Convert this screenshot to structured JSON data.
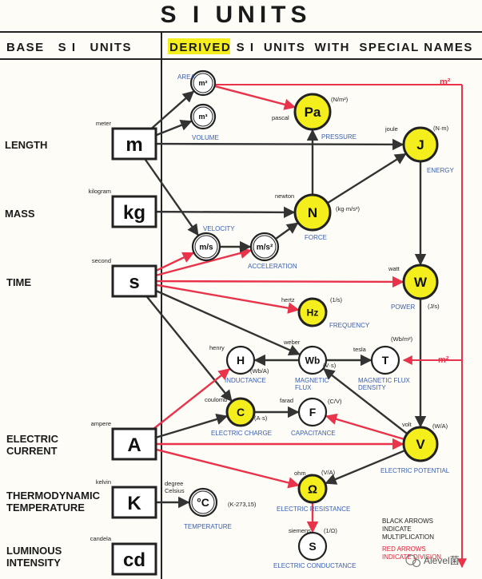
{
  "title": "S I  UNITS",
  "header": {
    "base_label": "BASE   S I   UNITS",
    "derived_highlight": "DERIVED",
    "derived_rest": " S I  UNITS  WITH  SPECIAL NAMES"
  },
  "colors": {
    "black_arrow": "#333333",
    "red_arrow": "#e8334a",
    "yellow_fill": "#f4ef1c",
    "label_blue": "#3a5fb0"
  },
  "base_units": [
    {
      "id": "m",
      "symbol": "m",
      "quantity": "LENGTH",
      "unit_name": "meter"
    },
    {
      "id": "kg",
      "symbol": "kg",
      "quantity": "MASS",
      "unit_name": "kilogram"
    },
    {
      "id": "s",
      "symbol": "s",
      "quantity": "TIME",
      "unit_name": "second"
    },
    {
      "id": "A",
      "symbol": "A",
      "quantity": "ELECTRIC CURRENT",
      "unit_name": "ampere"
    },
    {
      "id": "K",
      "symbol": "K",
      "quantity": "THERMODYNAMIC TEMPERATURE",
      "unit_name": "kelvin"
    },
    {
      "id": "cd",
      "symbol": "cd",
      "quantity": "LUMINOUS INTENSITY",
      "unit_name": "candela"
    }
  ],
  "derived_units": [
    {
      "id": "m2",
      "symbol": "m²",
      "label": "AREA",
      "unit_name": "",
      "expr": "",
      "special": false
    },
    {
      "id": "m3",
      "symbol": "m³",
      "label": "VOLUME",
      "unit_name": "",
      "expr": "",
      "special": false
    },
    {
      "id": "Pa",
      "symbol": "Pa",
      "label": "PRESSURE",
      "unit_name": "pascal",
      "expr": "(N/m²)",
      "special": true
    },
    {
      "id": "J",
      "symbol": "J",
      "label": "ENERGY",
      "unit_name": "joule",
      "expr": "(N·m)",
      "special": true
    },
    {
      "id": "N",
      "symbol": "N",
      "label": "FORCE",
      "unit_name": "newton",
      "expr": "(kg·m/s²)",
      "special": true
    },
    {
      "id": "vel",
      "symbol": "m/s",
      "label": "VELOCITY",
      "unit_name": "",
      "expr": "",
      "special": false
    },
    {
      "id": "acc",
      "symbol": "m/s²",
      "label": "ACCELERATION",
      "unit_name": "",
      "expr": "",
      "special": false
    },
    {
      "id": "W",
      "symbol": "W",
      "label": "POWER",
      "unit_name": "watt",
      "expr": "(J/s)",
      "special": true
    },
    {
      "id": "Hz",
      "symbol": "Hz",
      "label": "FREQUENCY",
      "unit_name": "hertz",
      "expr": "(1/s)",
      "special": true
    },
    {
      "id": "H",
      "symbol": "H",
      "label": "INDUCTANCE",
      "unit_name": "henry",
      "expr": "(Wb/A)",
      "special": false
    },
    {
      "id": "Wb",
      "symbol": "Wb",
      "label": "MAGNETIC FLUX",
      "unit_name": "weber",
      "expr": "(V·s)",
      "special": false
    },
    {
      "id": "T",
      "symbol": "T",
      "label": "MAGNETIC FLUX DENSITY",
      "unit_name": "tesla",
      "expr": "(Wb/m²)",
      "special": false
    },
    {
      "id": "C",
      "symbol": "C",
      "label": "ELECTRIC CHARGE",
      "unit_name": "coulomb",
      "expr": "(A·s)",
      "special": true
    },
    {
      "id": "F",
      "symbol": "F",
      "label": "CAPACITANCE",
      "unit_name": "farad",
      "expr": "(C/V)",
      "special": false
    },
    {
      "id": "V",
      "symbol": "V",
      "label": "ELECTRIC POTENTIAL",
      "unit_name": "volt",
      "expr": "(W/A)",
      "special": true
    },
    {
      "id": "degC",
      "symbol": "°C",
      "label": "TEMPERATURE",
      "unit_name": "degree Celsius",
      "expr": "(K-273,15)",
      "special": false
    },
    {
      "id": "ohm",
      "symbol": "Ω",
      "label": "ELECTRIC RESISTANCE",
      "unit_name": "ohm",
      "expr": "(V/A)",
      "special": true
    },
    {
      "id": "S",
      "symbol": "S",
      "label": "ELECTRIC CONDUCTANCE",
      "unit_name": "siemens",
      "expr": "(1/Ω)",
      "special": false
    }
  ],
  "side_labels": {
    "m2_top": "m²",
    "m2_mid": "m²"
  },
  "legend": {
    "black_1": "BLACK ARROWS",
    "black_2": "INDICATE",
    "black_3": "MULTIPLICATION",
    "red_1": "RED ARROWS",
    "red_2": "INDICATE DIVISION"
  },
  "watermark": "Alevel菌",
  "connections": [
    {
      "from": "m",
      "to": "m2",
      "color": "black"
    },
    {
      "from": "m",
      "to": "m3",
      "color": "black"
    },
    {
      "from": "m",
      "to": "J",
      "color": "black"
    },
    {
      "from": "m",
      "to": "vel",
      "color": "black"
    },
    {
      "from": "kg",
      "to": "N",
      "color": "black"
    },
    {
      "from": "s",
      "to": "vel",
      "color": "red"
    },
    {
      "from": "s",
      "to": "acc",
      "color": "red"
    },
    {
      "from": "s",
      "to": "W",
      "color": "red"
    },
    {
      "from": "s",
      "to": "Hz",
      "color": "red"
    },
    {
      "from": "s",
      "to": "Wb",
      "color": "black"
    },
    {
      "from": "s",
      "to": "C",
      "color": "black"
    },
    {
      "from": "vel",
      "to": "acc",
      "color": "black"
    },
    {
      "from": "acc",
      "to": "N",
      "color": "black"
    },
    {
      "from": "m2",
      "to": "Pa",
      "color": "red"
    },
    {
      "from": "N",
      "to": "Pa",
      "color": "black"
    },
    {
      "from": "N",
      "to": "J",
      "color": "black"
    },
    {
      "from": "J",
      "to": "W",
      "color": "black"
    },
    {
      "from": "W",
      "to": "V",
      "color": "black"
    },
    {
      "from": "Wb",
      "to": "H",
      "color": "black"
    },
    {
      "from": "Wb",
      "to": "T",
      "color": "black"
    },
    {
      "from": "V",
      "to": "Wb",
      "color": "black"
    },
    {
      "from": "A",
      "to": "H",
      "color": "red"
    },
    {
      "from": "A",
      "to": "C",
      "color": "black"
    },
    {
      "from": "A",
      "to": "V",
      "color": "red"
    },
    {
      "from": "A",
      "to": "ohm",
      "color": "red"
    },
    {
      "from": "C",
      "to": "F",
      "color": "black"
    },
    {
      "from": "V",
      "to": "F",
      "color": "red"
    },
    {
      "from": "V",
      "to": "ohm",
      "color": "black"
    },
    {
      "from": "ohm",
      "to": "S",
      "color": "red"
    },
    {
      "from": "K",
      "to": "degC",
      "color": "black"
    }
  ]
}
